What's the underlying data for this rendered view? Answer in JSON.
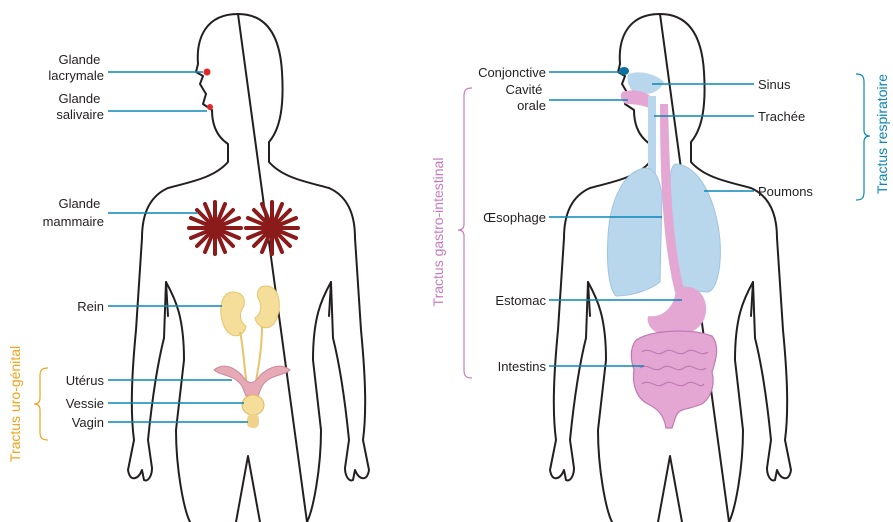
{
  "colors": {
    "leader": "#0b86b5",
    "urogenital": "#f2a21b",
    "gastro": "#c77bbd",
    "respiratory": "#0b86b5",
    "lung": "#b9d7ec",
    "digestive": "#e4a7d4",
    "kidney": "#f5dd9a",
    "breast": "#8b1a1a",
    "gland": "#e0262a",
    "outline": "#231f20"
  },
  "left_figure": {
    "labels": {
      "glande_lacrymale": [
        "Glande",
        "lacrymale"
      ],
      "glande_salivaire": [
        "Glande",
        "salivaire"
      ],
      "glande_mammaire": [
        "Glande",
        "mammaire"
      ],
      "rein": "Rein",
      "uterus": "Utérus",
      "vessie": "Vessie",
      "vagin": "Vagin"
    },
    "group_title": "Tractus uro-génital"
  },
  "right_figure": {
    "labels": {
      "conjonctive": "Conjonctive",
      "cavite_orale": [
        "Cavité",
        "orale"
      ],
      "oesophage": "Œsophage",
      "estomac": "Estomac",
      "intestins": "Intestins",
      "sinus": "Sinus",
      "trachee": "Trachée",
      "poumons": "Poumons"
    },
    "gastro_title": "Tractus gastro-intestinal",
    "respiratory_title": "Tractus respiratoire"
  }
}
